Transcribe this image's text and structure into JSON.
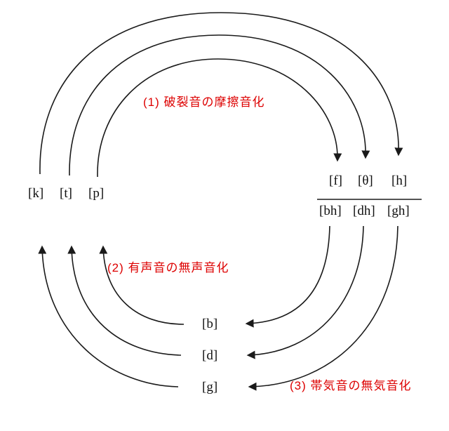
{
  "diagram": {
    "left_group": [
      "[k]",
      "[t]",
      "[p]"
    ],
    "top_right_group": [
      "[f]",
      "[θ]",
      "[h]"
    ],
    "bottom_right_group": [
      "[bh]",
      "[dh]",
      "[gh]"
    ],
    "middle_group": [
      "[b]",
      "[d]",
      "[g]"
    ],
    "labels": {
      "step1": "(1) 破裂音の摩擦音化",
      "step2": "(2) 有声音の無声音化",
      "step3": "(3) 帯気音の無気音化"
    },
    "colors": {
      "label_red": "#dd0000",
      "arrow_black": "#1a1a1a",
      "background": "#ffffff"
    },
    "transitions": [
      {
        "from": "[p]",
        "to": "[f]",
        "group": "step1"
      },
      {
        "from": "[t]",
        "to": "[θ]",
        "group": "step1"
      },
      {
        "from": "[k]",
        "to": "[h]",
        "group": "step1"
      },
      {
        "from": "[b]",
        "to": "[p]",
        "group": "step2"
      },
      {
        "from": "[d]",
        "to": "[t]",
        "group": "step2"
      },
      {
        "from": "[g]",
        "to": "[k]",
        "group": "step2"
      },
      {
        "from": "[bh]",
        "to": "[b]",
        "group": "step3"
      },
      {
        "from": "[dh]",
        "to": "[d]",
        "group": "step3"
      },
      {
        "from": "[gh]",
        "to": "[g]",
        "group": "step3"
      }
    ]
  }
}
